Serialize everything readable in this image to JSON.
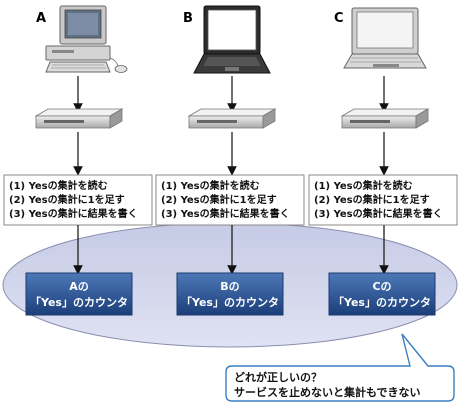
{
  "computers": [
    {
      "label": "A",
      "type": "desktop"
    },
    {
      "label": "B",
      "type": "notebook"
    },
    {
      "label": "C",
      "type": "all-in-one"
    }
  ],
  "steps": [
    "(1) Yesの集計を読む",
    "(2) Yesの集計に1を足す",
    "(3) Yesの集計に結果を書く"
  ],
  "counters": [
    {
      "line1": "Aの",
      "line2": "「Yes」のカウンタ"
    },
    {
      "line1": "Bの",
      "line2": "「Yes」のカウンタ"
    },
    {
      "line1": "Cの",
      "line2": "「Yes」のカウンタ"
    }
  ],
  "callout": {
    "line1": "どれが正しいの？",
    "line2": "サービスを止めないと集計もできない"
  },
  "colors": {
    "ellipse_fill": "#d2d6ec",
    "ellipse_stroke": "#8a8fb0",
    "counter_fill": "#24508e",
    "callout_stroke": "#3a7fc2"
  }
}
